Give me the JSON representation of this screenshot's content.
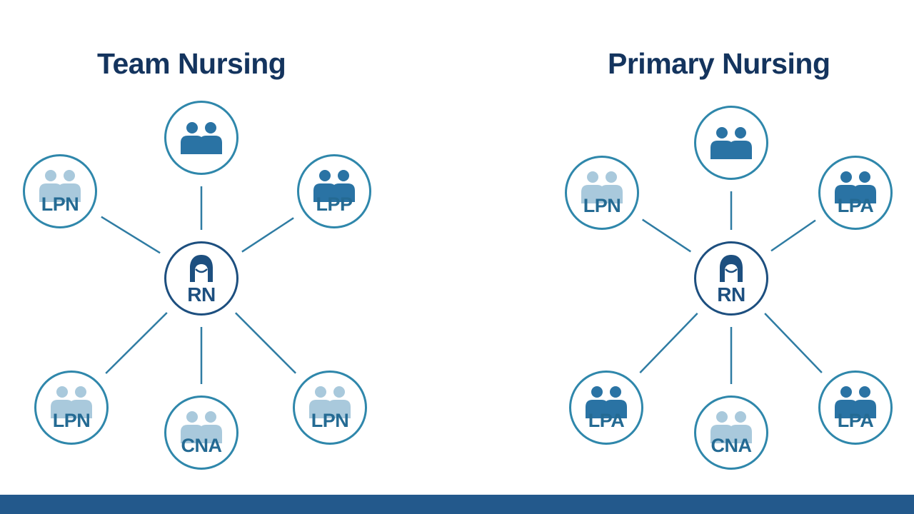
{
  "colors": {
    "title": "#14345e",
    "link_line": "#2f7ca3",
    "node_border": "#2f87ab",
    "center_border": "#1d4f7f",
    "icon_dark": "#2a73a4",
    "icon_light": "#a9c9dc",
    "footer_bar": "#23598c"
  },
  "diagrams": [
    {
      "title": "Team Nursing",
      "center": {
        "label": "RN",
        "icon": "nurse-icon"
      },
      "members": [
        {
          "label": "",
          "icon": "people-icon",
          "tone": "dark"
        },
        {
          "label": "LPN",
          "icon": "people-icon",
          "tone": "light"
        },
        {
          "label": "LPP",
          "icon": "people-icon",
          "tone": "dark"
        },
        {
          "label": "LPN",
          "icon": "people-icon",
          "tone": "light"
        },
        {
          "label": "CNA",
          "icon": "people-icon",
          "tone": "light"
        },
        {
          "label": "LPN",
          "icon": "people-icon",
          "tone": "light"
        }
      ]
    },
    {
      "title": "Primary Nursing",
      "center": {
        "label": "RN",
        "icon": "nurse-icon"
      },
      "members": [
        {
          "label": "",
          "icon": "people-icon",
          "tone": "dark"
        },
        {
          "label": "LPN",
          "icon": "people-icon",
          "tone": "light"
        },
        {
          "label": "LPA",
          "icon": "people-icon",
          "tone": "dark"
        },
        {
          "label": "LPA",
          "icon": "people-icon",
          "tone": "dark"
        },
        {
          "label": "CNA",
          "icon": "people-icon",
          "tone": "light"
        },
        {
          "label": "LPA",
          "icon": "people-icon",
          "tone": "dark"
        }
      ]
    }
  ]
}
